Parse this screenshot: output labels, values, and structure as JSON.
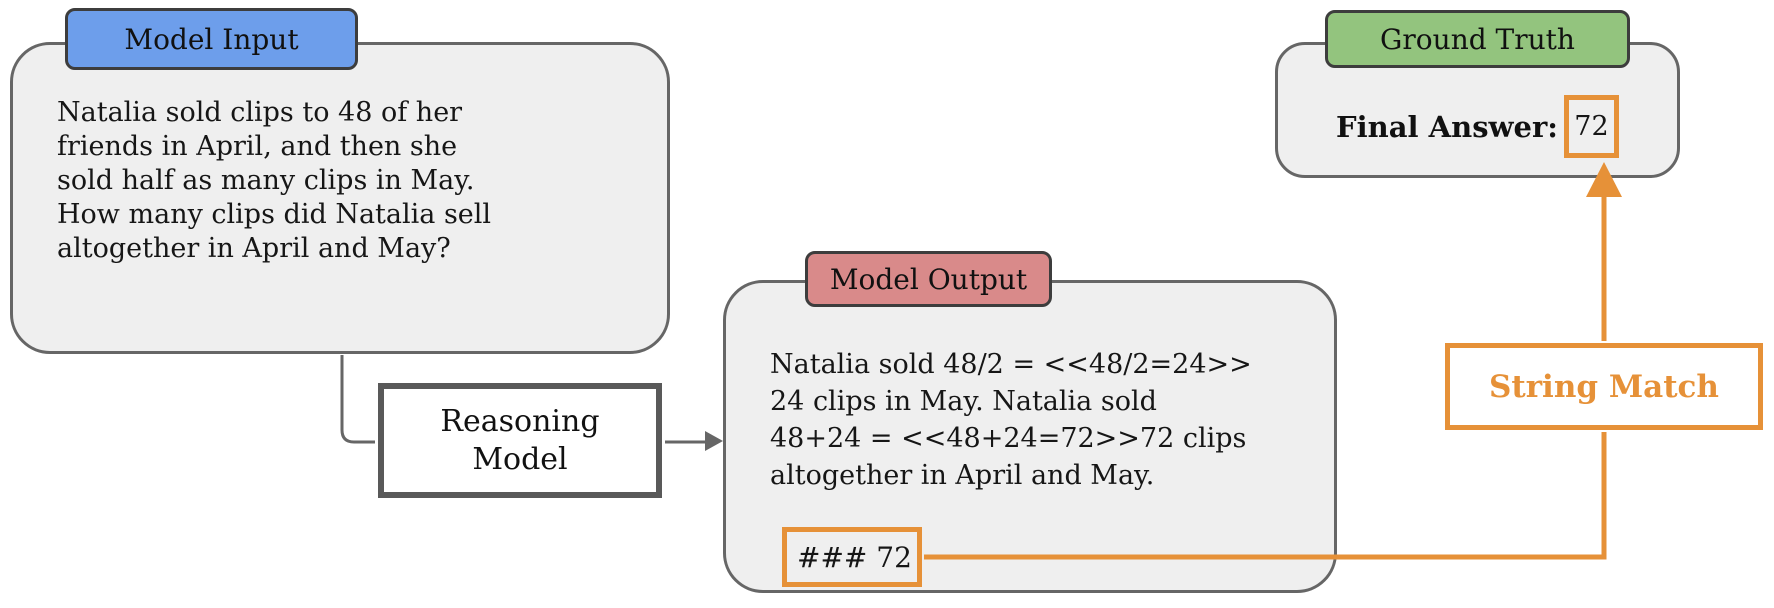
{
  "model_input": {
    "label": "Model Input",
    "lines": [
      "Natalia sold clips to 48 of her",
      "friends in April, and then she",
      "sold half as many clips in May.",
      "How many clips did Natalia sell",
      "altogether in April and May?"
    ]
  },
  "reasoning_model": {
    "lines": [
      "Reasoning",
      "Model"
    ]
  },
  "model_output": {
    "label": "Model Output",
    "lines": [
      "Natalia sold 48/2 = <<48/2=24>>",
      "24 clips in May. Natalia sold",
      "48+24 = <<48+24=72>>72 clips",
      "altogether in April and May."
    ],
    "answer_marker": "### 72"
  },
  "ground_truth": {
    "label": "Ground Truth",
    "final_answer_label": "Final Answer:",
    "final_answer_value": "72"
  },
  "string_match": {
    "label": "String Match"
  },
  "colors": {
    "input_label_fill": "#6d9eeb",
    "output_label_fill": "#d98a8a",
    "truth_label_fill": "#93c47e",
    "match_accent": "#e69138",
    "card_fill": "#efefef",
    "card_border": "#666666",
    "connector": "#666666"
  }
}
